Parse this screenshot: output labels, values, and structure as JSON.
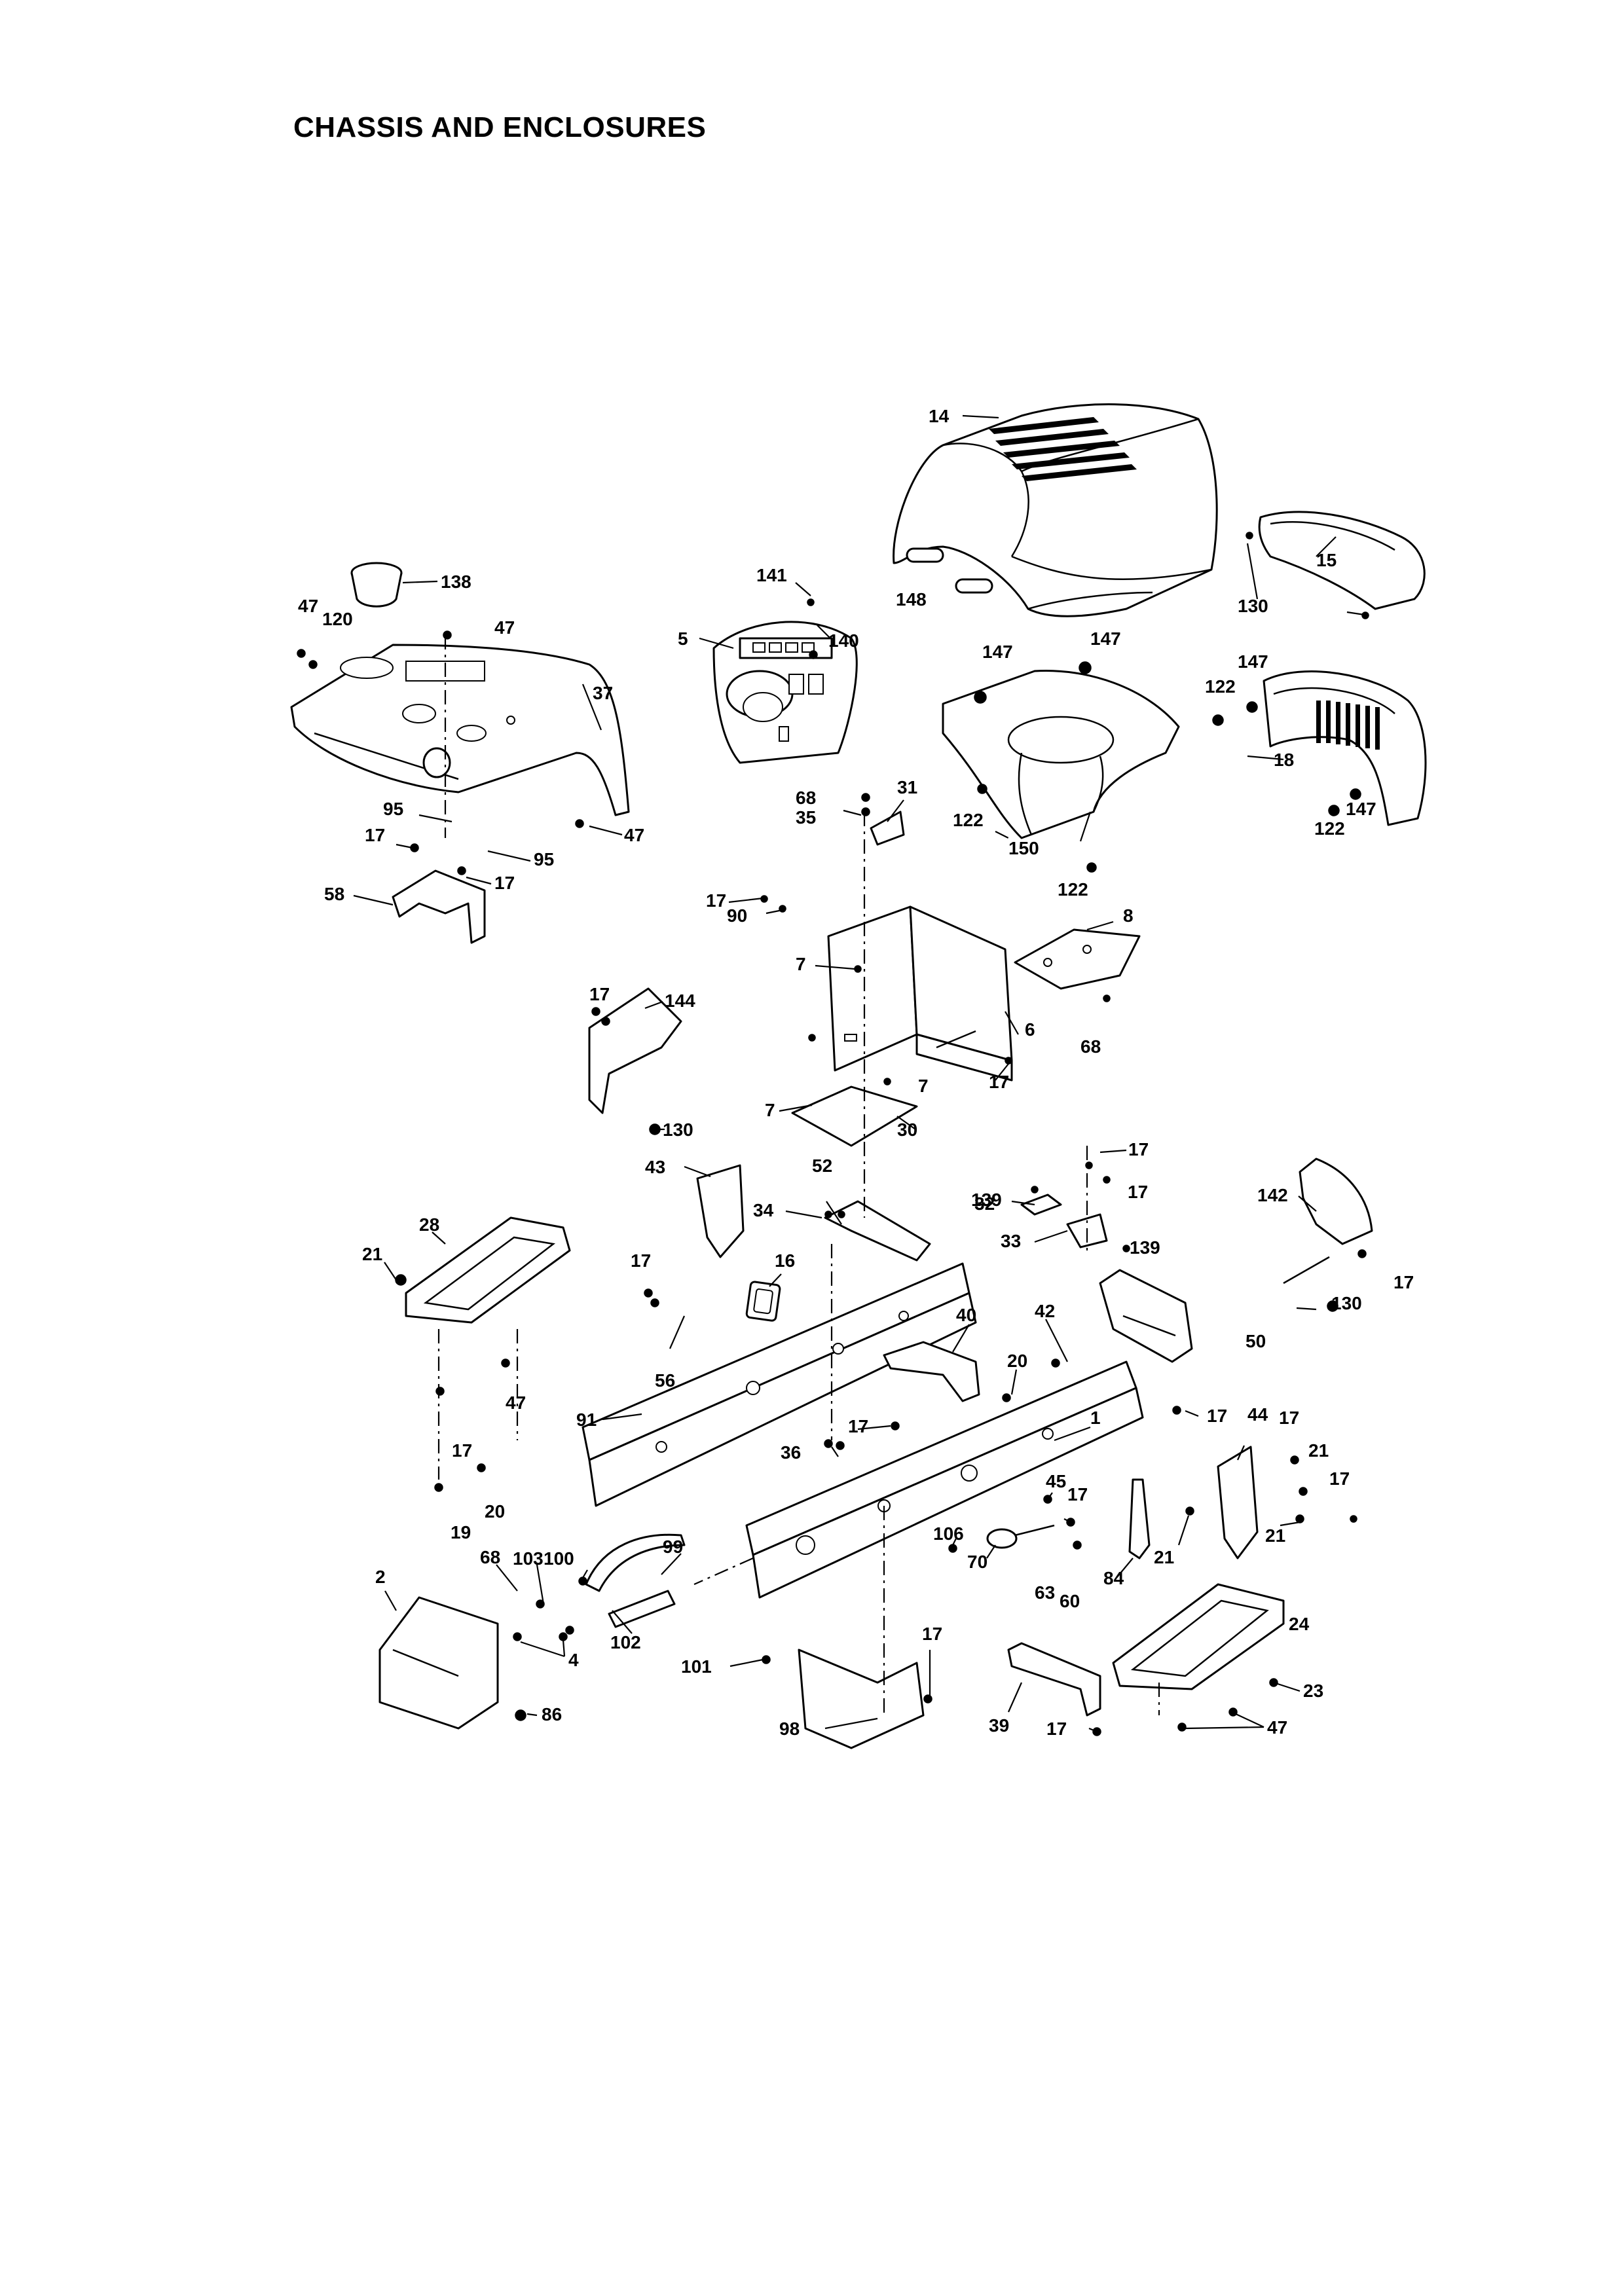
{
  "title": "CHASSIS AND ENCLOSURES",
  "labels": [
    "14",
    "148",
    "15",
    "130",
    "138",
    "141",
    "140",
    "5",
    "47",
    "120",
    "47",
    "37",
    "147",
    "147",
    "147",
    "122",
    "122",
    "18",
    "147",
    "122",
    "122",
    "150",
    "68",
    "35",
    "31",
    "95",
    "17",
    "95",
    "47",
    "17",
    "58",
    "17",
    "90",
    "8",
    "7",
    "6",
    "144",
    "17",
    "7",
    "68",
    "17",
    "7",
    "130",
    "30",
    "43",
    "52",
    "139",
    "17",
    "32",
    "17",
    "142",
    "28",
    "34",
    "33",
    "139",
    "16",
    "21",
    "17",
    "17",
    "130",
    "56",
    "91",
    "40",
    "42",
    "20",
    "50",
    "47",
    "17",
    "17",
    "44",
    "17",
    "36",
    "1",
    "17",
    "21",
    "20",
    "45",
    "17",
    "17",
    "19",
    "100",
    "99",
    "106",
    "21",
    "21",
    "68",
    "103",
    "70",
    "84",
    "63",
    "60",
    "2",
    "102",
    "4",
    "24",
    "101",
    "17",
    "98",
    "39",
    "17",
    "23",
    "86",
    "47"
  ]
}
